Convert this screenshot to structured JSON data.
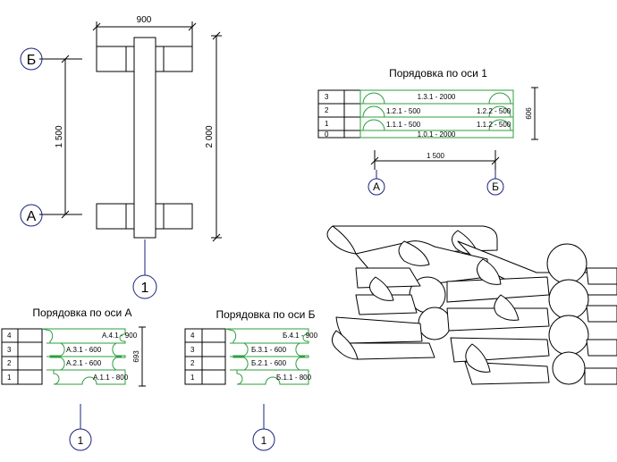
{
  "plan": {
    "dim_width": "900",
    "dim_height": "2 000",
    "dim_axes": "1 500",
    "axis_b": "Б",
    "axis_a": "А",
    "axis_1": "1"
  },
  "section_axis1": {
    "title": "Порядовка по оси 1",
    "rows": [
      "3",
      "2",
      "1",
      "0"
    ],
    "logs": [
      "1.3.1 - 2000",
      "1.2.1 - 500",
      "1.2.2 - 500",
      "1.1.1 - 500",
      "1.1.2 - 500",
      "1.0.1 - 2000"
    ],
    "dim_height": "606",
    "dim_span": "1 500",
    "axis_a": "А",
    "axis_b": "Б"
  },
  "section_axisA": {
    "title": "Порядовка по оси А",
    "rows": [
      "4",
      "3",
      "2",
      "1"
    ],
    "logs": [
      "А.4.1 - 900",
      "А.3.1 - 600",
      "А.2.1 - 600",
      "А.1.1 - 800"
    ],
    "dim_height": "693",
    "axis": "1"
  },
  "section_axisB": {
    "title": "Порядовка по оси Б",
    "rows": [
      "4",
      "3",
      "2",
      "1"
    ],
    "logs": [
      "Б.4.1 - 900",
      "Б.3.1 - 600",
      "Б.2.1 - 600",
      "Б.1.1 - 800"
    ],
    "axis": "1"
  },
  "colors": {
    "axis_circle": "#1a237e",
    "log_outline": "#2e9e3e",
    "line": "#000000"
  }
}
